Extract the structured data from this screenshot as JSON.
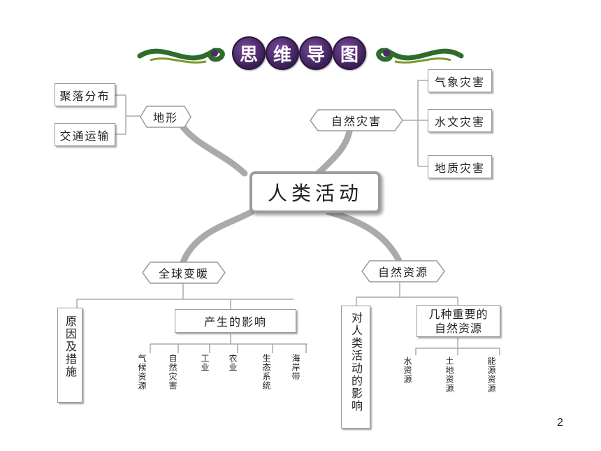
{
  "banner": {
    "chars": [
      "思",
      "维",
      "导",
      "图"
    ]
  },
  "central": {
    "label": "人类活动"
  },
  "branches": {
    "terrain": {
      "label": "地形",
      "children": [
        "聚落分布",
        "交通运输"
      ]
    },
    "disasters": {
      "label": "自然灾害",
      "children": [
        "气象灾害",
        "水文灾害",
        "地质灾害"
      ]
    },
    "warming": {
      "label": "全球变暖",
      "causes": "原因及措施",
      "effects": {
        "label": "产生的影响",
        "items": [
          "气候资源",
          "自然灾害",
          "工业",
          "农业",
          "生态系统",
          "海岸带"
        ]
      }
    },
    "resources": {
      "label": "自然资源",
      "impact": "对人类活动的影响",
      "important": {
        "label_line1": "几种重要的",
        "label_line2": "自然资源",
        "items": [
          "水资源",
          "土地资源",
          "能源资源"
        ]
      }
    }
  },
  "page_number": "2",
  "colors": {
    "connector": "#aaaaaa",
    "banner_green": "#2f6b2a",
    "banner_purple": "#4a2a6a"
  }
}
